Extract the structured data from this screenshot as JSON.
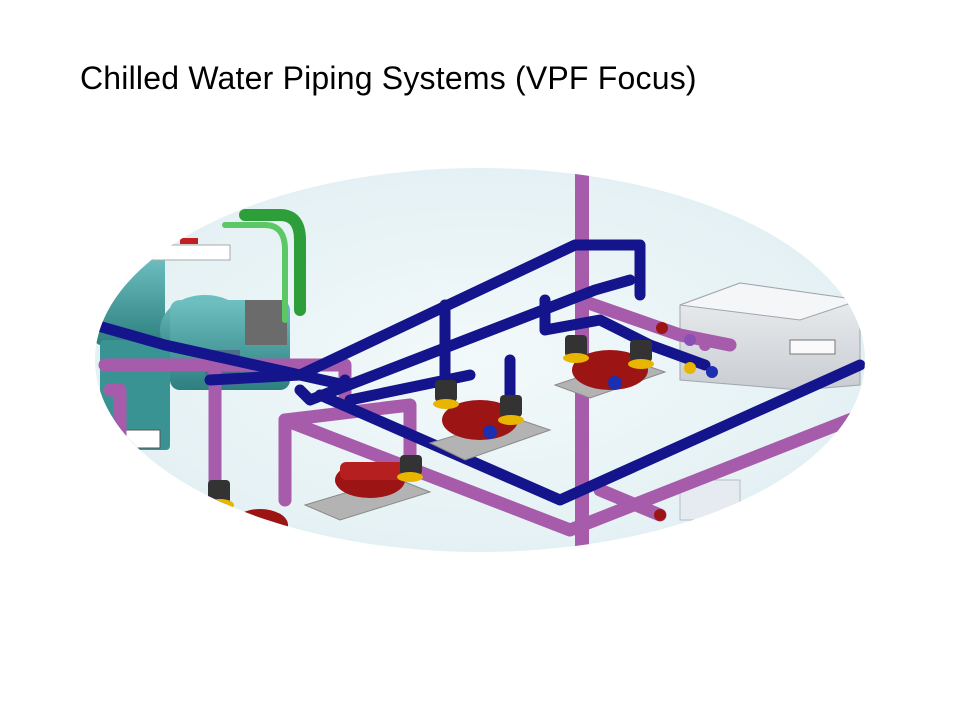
{
  "slide": {
    "title": "Chilled Water Piping Systems (VPF Focus)"
  },
  "diagram": {
    "subject": "3D rendering of a chilled water plant piping layout",
    "components": [
      "chiller",
      "air-handler",
      "supply-header",
      "return-header",
      "pump-1",
      "pump-2",
      "pump-3",
      "pump-4",
      "condenser-pipe"
    ]
  },
  "colors": {
    "background": "#ffffff",
    "vignette": "#e8f4f6",
    "supply_pipe": "#14148c",
    "return_pipe": "#a65cab",
    "condenser_pipe": "#2e9e3a",
    "chiller": "#3d9c9c",
    "pump": "#9c1414",
    "pump_pad": "#a3a3a3",
    "air_handler": "#dcdfe2"
  }
}
